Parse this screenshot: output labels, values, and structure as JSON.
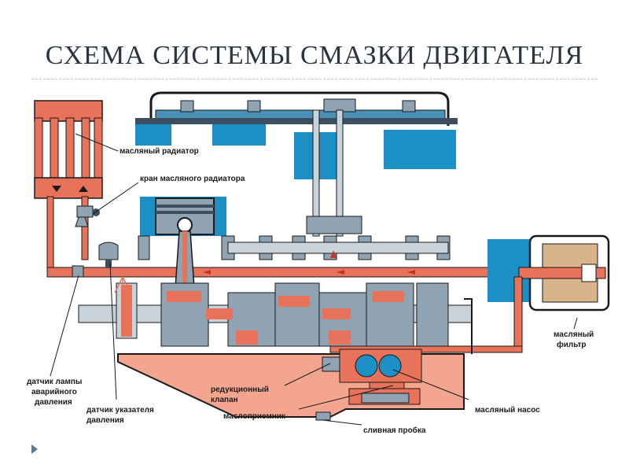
{
  "slide": {
    "title": "СХЕМА СИСТЕМЫ СМАЗКИ ДВИГАТЕЛЯ"
  },
  "labels": {
    "oil_radiator": "масляный радиатор",
    "radiator_valve": "кран масляного радиатора",
    "oil_filter_line1": "масляный",
    "oil_filter_line2": "фильтр",
    "lamp_sensor_line1": "датчик лампы",
    "lamp_sensor_line2": "аварийного",
    "lamp_sensor_line3": "давления",
    "gauge_sensor_line1": "датчик указателя",
    "gauge_sensor_line2": "давления",
    "reduction_valve_line1": "редукционный",
    "reduction_valve_line2": "клапан",
    "oil_intake": "маслоприемник",
    "oil_pump": "масляный насос",
    "drain_plug": "сливная пробка"
  },
  "colors": {
    "oil": "#e8735a",
    "oil_light": "#f4a58f",
    "metal": "#8fa3b3",
    "metal_dark": "#3c4f60",
    "water": "#1c8fc4",
    "title": "#2a3440"
  }
}
